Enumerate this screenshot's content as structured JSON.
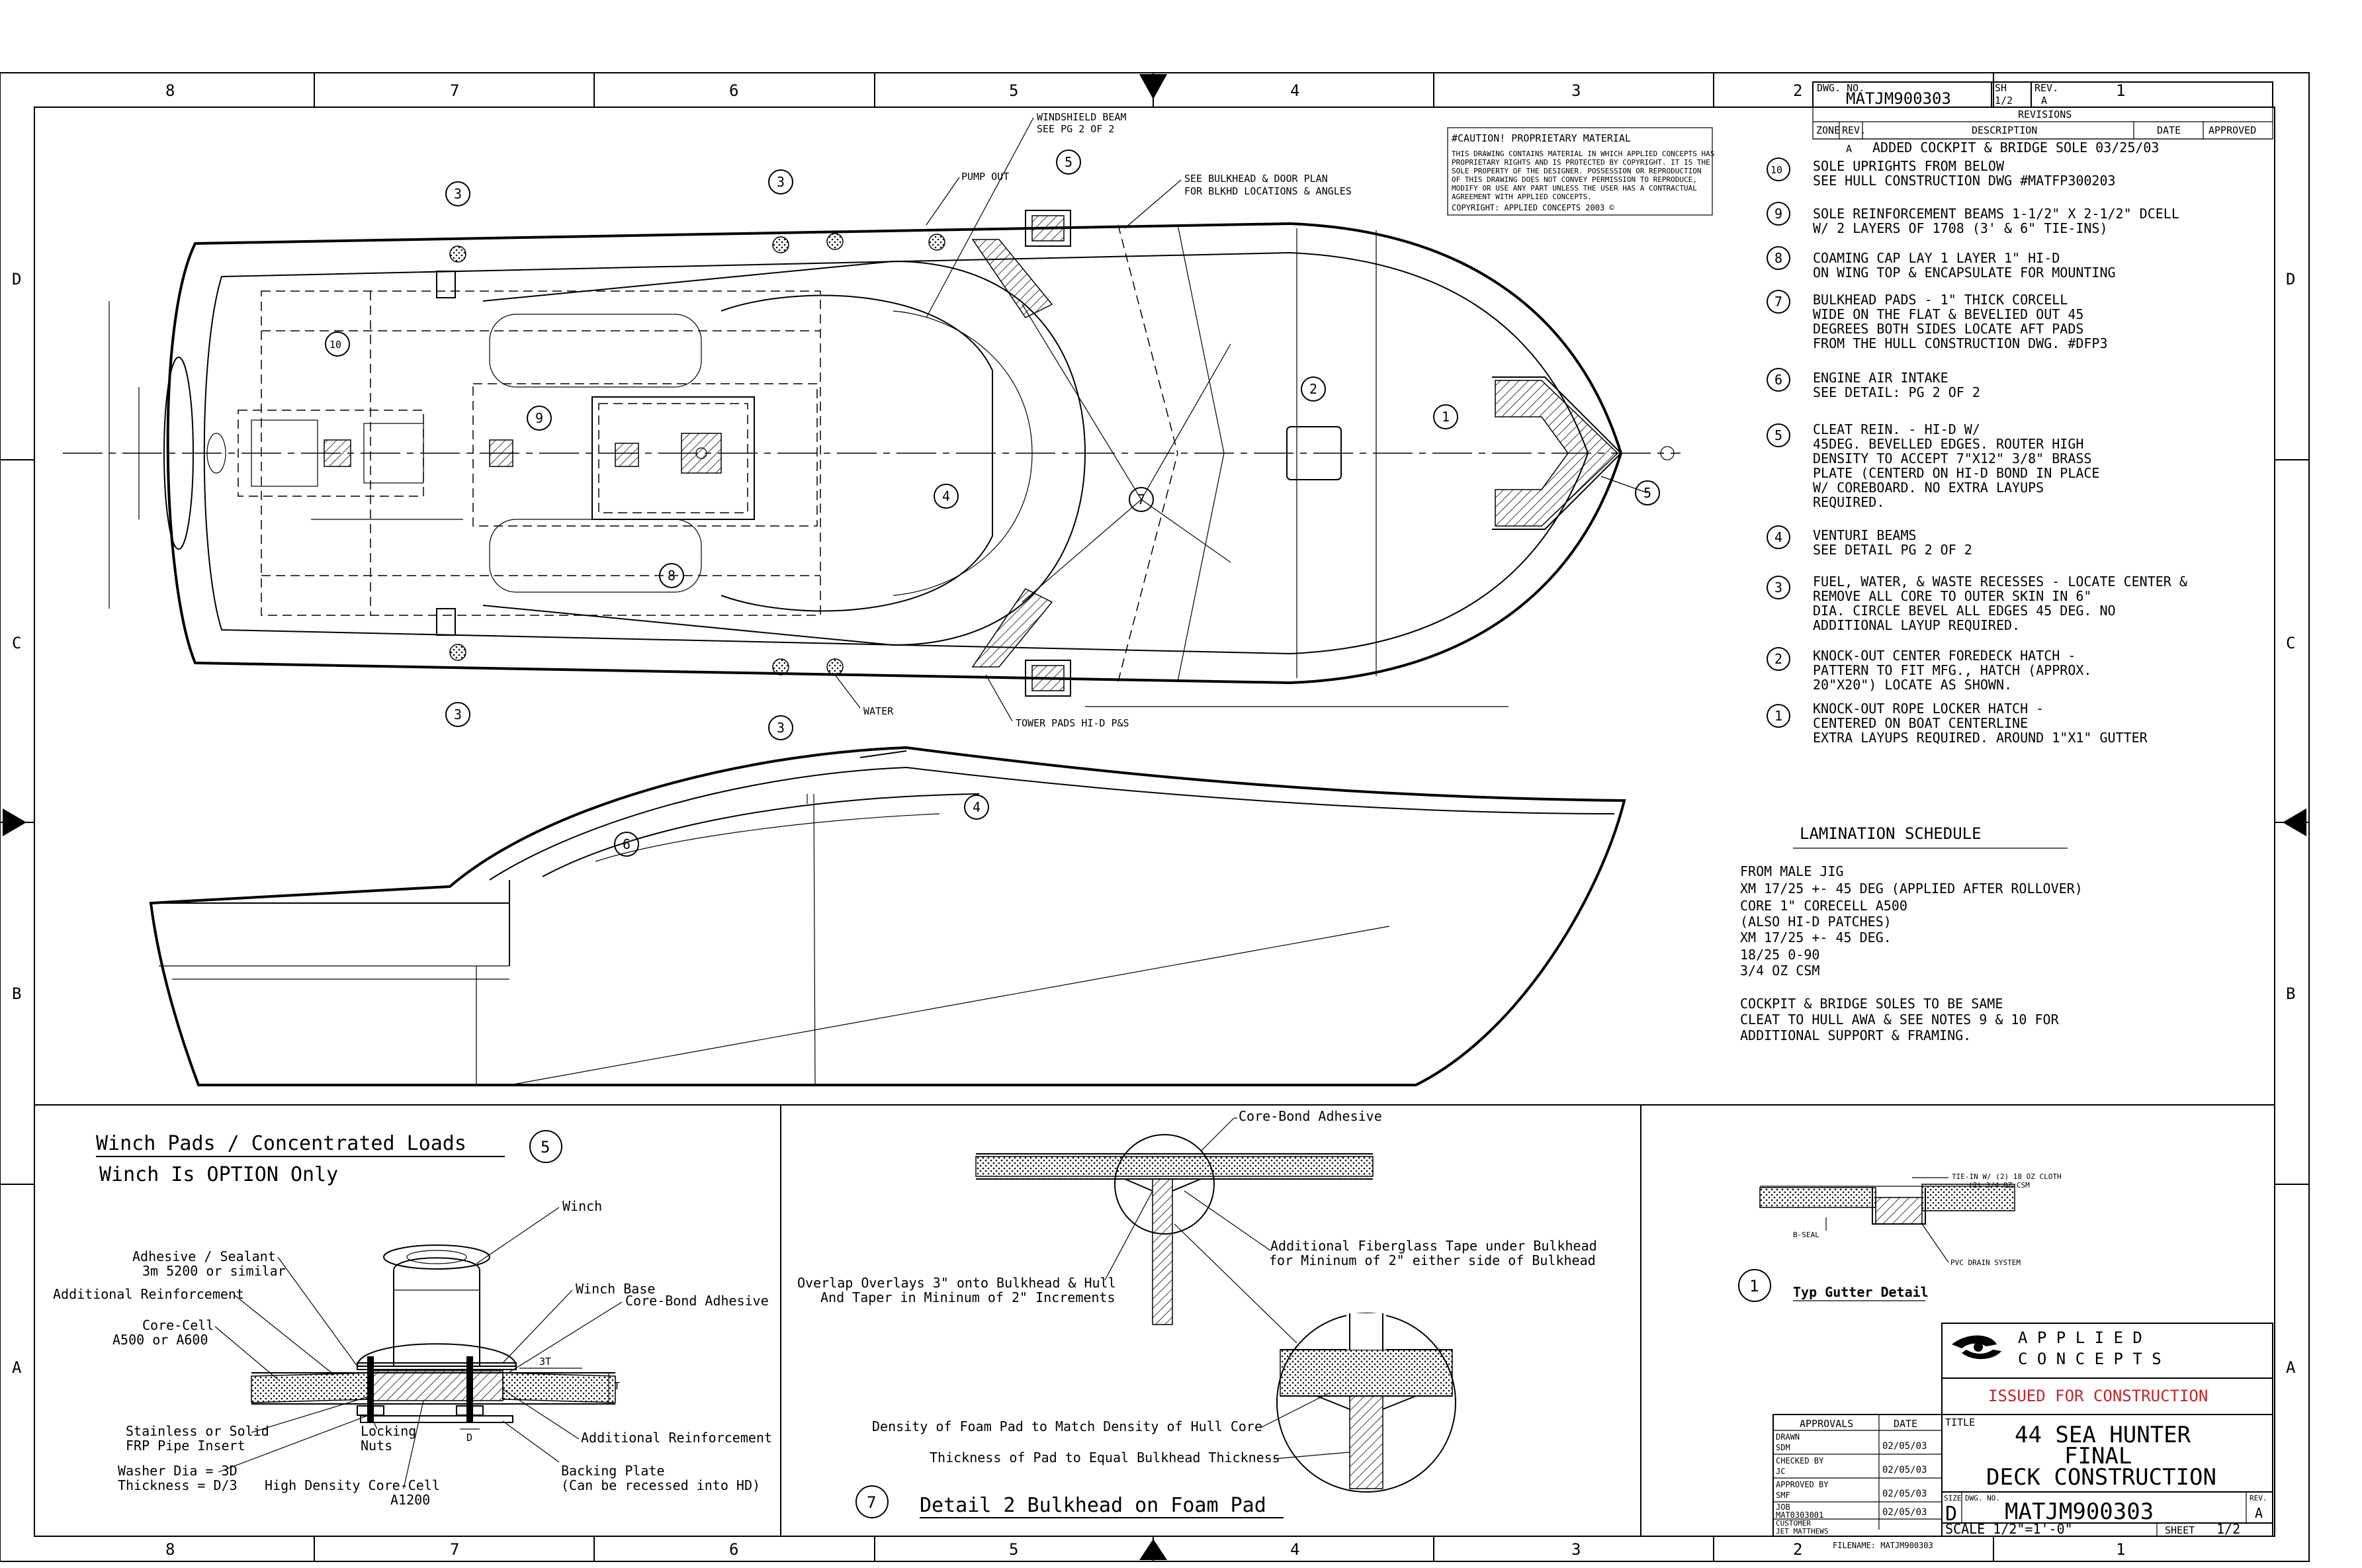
{
  "border": {
    "cols": [
      "8",
      "7",
      "6",
      "5",
      "4",
      "3",
      "2",
      "1"
    ],
    "rows": [
      "D",
      "C",
      "B",
      "A"
    ]
  },
  "title_block": {
    "dwg_no_label": "DWG. NO.",
    "dwg_no": "MATJM900303",
    "sheet_label": "SH",
    "sheet": "1/2",
    "rev_label": "REV.",
    "rev": "A",
    "revisions_label": "REVISIONS",
    "rev_cols": [
      "ZONE",
      "REV.",
      "DESCRIPTION",
      "DATE",
      "APPROVED"
    ],
    "rev_rows": [
      {
        "rev": "A",
        "description": "ADDED COCKPIT & BRIDGE SOLE  03/25/03"
      }
    ],
    "company_line1": "A P P L I E D",
    "company_line2": "C O N C E P T S",
    "issued": "ISSUED FOR CONSTRUCTION",
    "approvals_label": "APPROVALS",
    "date_label": "DATE",
    "approvals": [
      {
        "role": "DRAWN",
        "name": "SDM",
        "date": "02/05/03"
      },
      {
        "role": "CHECKED BY",
        "name": "JC",
        "date": "02/05/03"
      },
      {
        "role": "APPROVED BY",
        "name": "SMF",
        "date": "02/05/03"
      },
      {
        "role": "JOB",
        "name": "MAT0303001",
        "date": "02/05/03"
      },
      {
        "role": "CUSTOMER",
        "name": "JET MATTHEWS",
        "date": ""
      }
    ],
    "title_label": "TITLE",
    "title_lines": [
      "44 SEA HUNTER",
      "FINAL",
      "DECK CONSTRUCTION"
    ],
    "size_label": "SIZE",
    "size": "D",
    "dwg_no_label2": "DWG. NO.",
    "dwg_no2": "MATJM900303",
    "rev_label2": "REV.",
    "rev2": "A",
    "scale": "SCALE 1/2\"=1'-0\"",
    "sheet_word": "SHEET",
    "sheet2": "1/2",
    "filename": "FILENAME: MATJM900303"
  },
  "caution": {
    "title": "#CAUTION!  PROPRIETARY MATERIAL",
    "lines": [
      "THIS DRAWING CONTAINS MATERIAL IN WHICH APPLIED CONCEPTS HAS",
      "PROPRIETARY RIGHTS AND IS PROTECTED BY COPYRIGHT. IT IS THE",
      "SOLE PROPERTY OF THE DESIGNER. POSSESSION OR REPRODUCTION",
      "OF THIS DRAWING DOES NOT CONVEY PERMISSION TO REPRODUCE,",
      "MODIFY OR USE ANY PART UNLESS THE USER HAS A CONTRACTUAL",
      "AGREEMENT WITH APPLIED CONCEPTS."
    ],
    "copyright": "COPYRIGHT:    APPLIED CONCEPTS 2003  ©"
  },
  "notes": [
    {
      "num": "10",
      "lines": [
        "SOLE UPRIGHTS FROM BELOW",
        "SEE HULL CONSTRUCTION DWG #MATFP300203"
      ]
    },
    {
      "num": "9",
      "lines": [
        "SOLE REINFORCEMENT BEAMS 1-1/2\" X 2-1/2\" DCELL",
        "W/ 2 LAYERS OF 1708 (3' & 6\" TIE-INS)"
      ]
    },
    {
      "num": "8",
      "lines": [
        "COAMING CAP LAY 1 LAYER 1\" HI-D",
        "ON WING TOP & ENCAPSULATE FOR MOUNTING"
      ]
    },
    {
      "num": "7",
      "lines": [
        "BULKHEAD PADS - 1\" THICK CORCELL",
        "WIDE ON THE FLAT & BEVELIED OUT 45",
        "DEGREES BOTH SIDES LOCATE AFT PADS",
        "FROM THE HULL CONSTRUCTION DWG. #DFP3"
      ]
    },
    {
      "num": "6",
      "lines": [
        "ENGINE AIR INTAKE",
        "SEE DETAIL: PG 2 OF 2"
      ]
    },
    {
      "num": "5",
      "lines": [
        "CLEAT REIN. - HI-D W/",
        "45DEG. BEVELLED EDGES. ROUTER HIGH",
        "DENSITY TO ACCEPT 7\"X12\" 3/8\" BRASS",
        "PLATE (CENTERD ON HI-D BOND IN PLACE",
        "W/ COREBOARD. NO EXTRA LAYUPS",
        "REQUIRED."
      ]
    },
    {
      "num": "4",
      "lines": [
        "VENTURI BEAMS",
        "SEE DETAIL PG 2 OF 2"
      ]
    },
    {
      "num": "3",
      "lines": [
        "FUEL, WATER, & WASTE RECESSES - LOCATE CENTER &",
        "REMOVE ALL CORE TO OUTER SKIN IN 6\"",
        "DIA. CIRCLE BEVEL ALL EDGES 45 DEG. NO",
        "ADDITIONAL LAYUP REQUIRED."
      ]
    },
    {
      "num": "2",
      "lines": [
        "KNOCK-OUT CENTER FOREDECK HATCH -",
        "PATTERN TO FIT MFG., HATCH (APPROX.",
        "20\"X20\") LOCATE AS SHOWN."
      ]
    },
    {
      "num": "1",
      "lines": [
        "KNOCK-OUT ROPE LOCKER HATCH -",
        "CENTERED ON BOAT CENTERLINE",
        "EXTRA LAYUPS REQUIRED. AROUND 1\"X1\" GUTTER"
      ]
    }
  ],
  "lamination": {
    "title": "LAMINATION SCHEDULE",
    "lines": [
      "FROM MALE JIG",
      "  XM 17/25 +- 45 DEG (APPLIED AFTER ROLLOVER)",
      "  CORE 1\" CORECELL A500",
      "  (ALSO HI-D PATCHES)",
      "  XM 17/25 +- 45 DEG.",
      "  18/25 0-90",
      "  3/4 OZ CSM",
      "",
      "COCKPIT & BRIDGE SOLES TO BE SAME",
      "CLEAT TO HULL AWA & SEE NOTES 9 & 10 FOR",
      "ADDITIONAL SUPPORT & FRAMING."
    ]
  },
  "plan_labels": {
    "windshield": [
      "WINDSHIELD BEAM",
      "SEE PG 2 OF 2"
    ],
    "pumpout": "PUMP OUT",
    "bulkhead": [
      "SEE BULKHEAD & DOOR PLAN",
      "FOR BLKHD LOCATIONS & ANGLES"
    ],
    "water": "WATER",
    "tower": "TOWER PADS HI-D P&S"
  },
  "winch": {
    "title": "Winch Pads / Concentrated Loads",
    "subtitle": "Winch Is OPTION Only",
    "num": "5",
    "labels": {
      "winch": "Winch",
      "adhesive": [
        "Adhesive / Sealant",
        "3m 5200 or similar"
      ],
      "add_reinf": "Additional Reinforcement",
      "corecell": [
        "Core-Cell",
        "A500 or A600"
      ],
      "winch_base": "Winch Base",
      "core_bond": "Core-Bond Adhesive",
      "stainless": [
        "Stainless or Solid",
        "FRP Pipe Insert"
      ],
      "locking": [
        "Locking",
        "Nuts"
      ],
      "add_reinf2": "Additional Reinforcement",
      "washer": [
        "Washer Dia = 3D",
        "Thickness = D/3"
      ],
      "hd_core": [
        "High Density Core-Cell",
        "A1200"
      ],
      "backing": [
        "Backing Plate",
        "(Can be recessed into HD)"
      ],
      "dim_3t": "3T",
      "dim_t": "T",
      "dim_d": "D"
    }
  },
  "bulkhead_detail": {
    "num": "7",
    "title": "Detail 2 Bulkhead on Foam Pad",
    "labels": {
      "core_bond": "Core-Bond Adhesive",
      "overlap": [
        "Overlap Overlays 3\" onto Bulkhead & Hull",
        "And Taper in Mininum of 2\" Increments"
      ],
      "fiberglass": [
        "Additional Fiberglass Tape under Bulkhead",
        "for Mininum of 2\" either side of Bulkhead"
      ],
      "density": "Density of Foam Pad to Match Density of Hull Core",
      "thickness": "Thickness of Pad to Equal Bulkhead Thickness"
    }
  },
  "gutter": {
    "num": "1",
    "title": "Typ Gutter Detail",
    "labels": [
      "TIE-IN W/ (2) 18 OZ CLOTH",
      "(2) 3/4 OZ CSM",
      "B-SEAL",
      "PVC DRAIN SYSTEM"
    ]
  }
}
